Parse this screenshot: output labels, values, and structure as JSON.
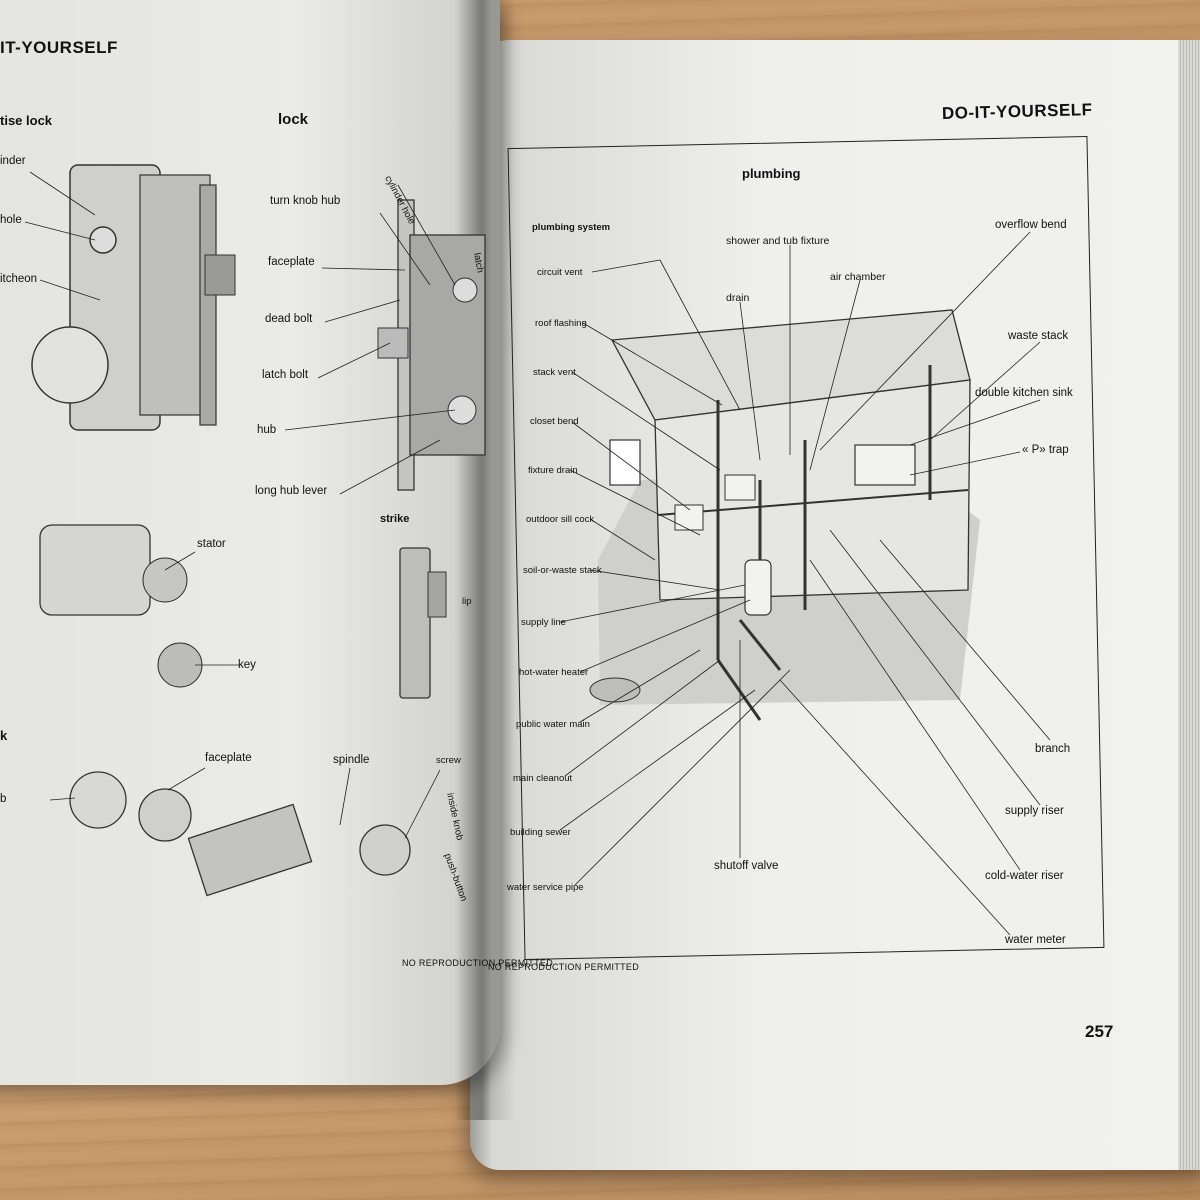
{
  "left_page": {
    "header": "IT-YOURSELF",
    "section_title": "lock",
    "mortise_lock_title": "tise lock",
    "mortise_labels": [
      "inder",
      "hole",
      "itcheon"
    ],
    "lock_labels": [
      "cylinder hole",
      "turn knob hub",
      "faceplate",
      "dead bolt",
      "latch bolt",
      "hub",
      "long hub lever",
      "latch"
    ],
    "cylinder_labels": [
      "stator",
      "key"
    ],
    "strike_title": "strike",
    "strike_labels": [
      "lip"
    ],
    "knob_section": "k",
    "knob_labels": [
      "faceplate",
      "spindle",
      "screw",
      "inside knob",
      "push-button",
      "b"
    ],
    "footer": "NO REPRODUCTION PERMITTED"
  },
  "right_page": {
    "header": "DO-IT-YOURSELF",
    "title": "plumbing",
    "subtitle": "plumbing system",
    "left_labels": [
      "circuit vent",
      "roof flashing",
      "stack vent",
      "closet bend",
      "fixture drain",
      "outdoor sill cock",
      "soil-or-waste stack",
      "supply line",
      "hot-water heater",
      "public water main",
      "main cleanout",
      "building sewer",
      "water service pipe"
    ],
    "top_labels": [
      "shower and tub fixture",
      "drain",
      "air chamber"
    ],
    "right_labels": [
      "overflow bend",
      "waste stack",
      "double kitchen sink",
      "« P» trap",
      "branch",
      "supply riser",
      "cold-water riser",
      "water meter"
    ],
    "bottom_label": "shutoff valve",
    "footer": "NO REPRODUCTION PERMITTED",
    "page_number": "257"
  }
}
